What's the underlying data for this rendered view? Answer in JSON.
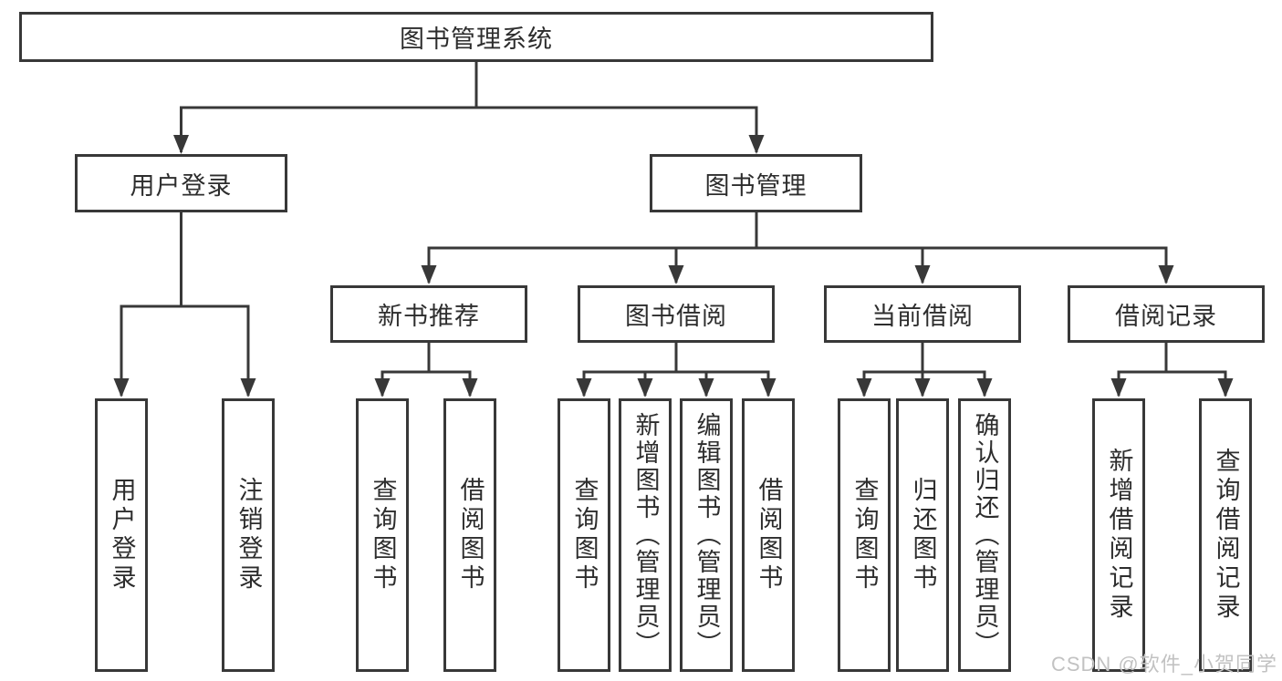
{
  "nodes": {
    "root": "图书管理系统",
    "user_login": "用户登录",
    "book_mgmt": "图书管理",
    "new_book_rec": "新书推荐",
    "book_borrow": "图书借阅",
    "current_borrow": "当前借阅",
    "borrow_record": "借阅记录",
    "leaf_user_login": "用户登录",
    "leaf_logout": "注销登录",
    "leaf_query_book_nb": "查询图书",
    "leaf_borrow_book_nb": "借阅图书",
    "leaf_query_book_bb": "查询图书",
    "leaf_add_book": "新增图书（管理员）",
    "leaf_edit_book": "编辑图书（管理员）",
    "leaf_borrow_book_bb": "借阅图书",
    "leaf_query_book_cb": "查询图书",
    "leaf_return_book": "归还图书",
    "leaf_confirm_return": "确认归还（管理员）",
    "leaf_add_record": "新增借阅记录",
    "leaf_query_record": "查询借阅记录"
  },
  "structure": {
    "图书管理系统": {
      "用户登录": [
        "用户登录",
        "注销登录"
      ],
      "图书管理": {
        "新书推荐": [
          "查询图书",
          "借阅图书"
        ],
        "图书借阅": [
          "查询图书",
          "新增图书（管理员）",
          "编辑图书（管理员）",
          "借阅图书"
        ],
        "当前借阅": [
          "查询图书",
          "归还图书",
          "确认归还（管理员）"
        ],
        "借阅记录": [
          "新增借阅记录",
          "查询借阅记录"
        ]
      }
    }
  },
  "watermark": "CSDN @软件_小贺同学",
  "colors": {
    "line": "#383838",
    "box_border": "#383838",
    "text": "#2d2d2d",
    "background": "#ffffff",
    "watermark": "#c2c2c2"
  }
}
